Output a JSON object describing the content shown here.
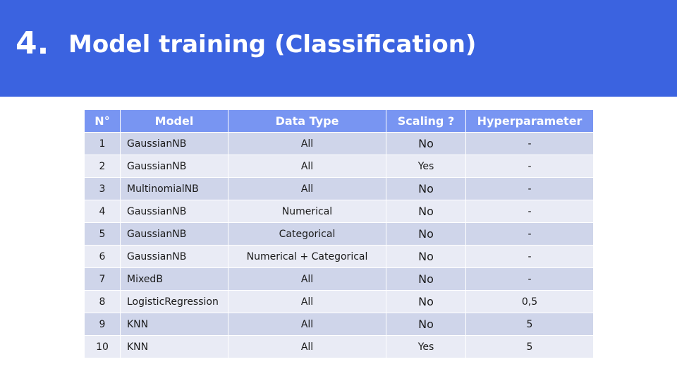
{
  "slide": {
    "section_number": "4.",
    "title": "Model training (Classification)",
    "header_color": "#3b63e0"
  },
  "table": {
    "columns": [
      "N°",
      "Model",
      "Data Type",
      "Scaling ?",
      "Hyperparameter"
    ],
    "rows": [
      {
        "n": "1",
        "model": "GaussianNB",
        "data_type": "All",
        "scaling": "No",
        "hyper": "-"
      },
      {
        "n": "2",
        "model": "GaussianNB",
        "data_type": "All",
        "scaling": "Yes",
        "hyper": "-"
      },
      {
        "n": "3",
        "model": "MultinomialNB",
        "data_type": "All",
        "scaling": "No",
        "hyper": "-"
      },
      {
        "n": "4",
        "model": "GaussianNB",
        "data_type": "Numerical",
        "scaling": "No",
        "hyper": "-"
      },
      {
        "n": "5",
        "model": "GaussianNB",
        "data_type": "Categorical",
        "scaling": "No",
        "hyper": "-"
      },
      {
        "n": "6",
        "model": "GaussianNB",
        "data_type": "Numerical + Categorical",
        "scaling": "No",
        "hyper": "-"
      },
      {
        "n": "7",
        "model": "MixedB",
        "data_type": "All",
        "scaling": "No",
        "hyper": "-"
      },
      {
        "n": "8",
        "model": "LogisticRegression",
        "data_type": "All",
        "scaling": "No",
        "hyper": "0,5"
      },
      {
        "n": "9",
        "model": "KNN",
        "data_type": "All",
        "scaling": "No",
        "hyper": "5"
      },
      {
        "n": "10",
        "model": "KNN",
        "data_type": "All",
        "scaling": "Yes",
        "hyper": "5"
      }
    ],
    "header_color": "#7895f2",
    "row_color_odd": "#cfd5ea",
    "row_color_even": "#e9ebf5"
  }
}
